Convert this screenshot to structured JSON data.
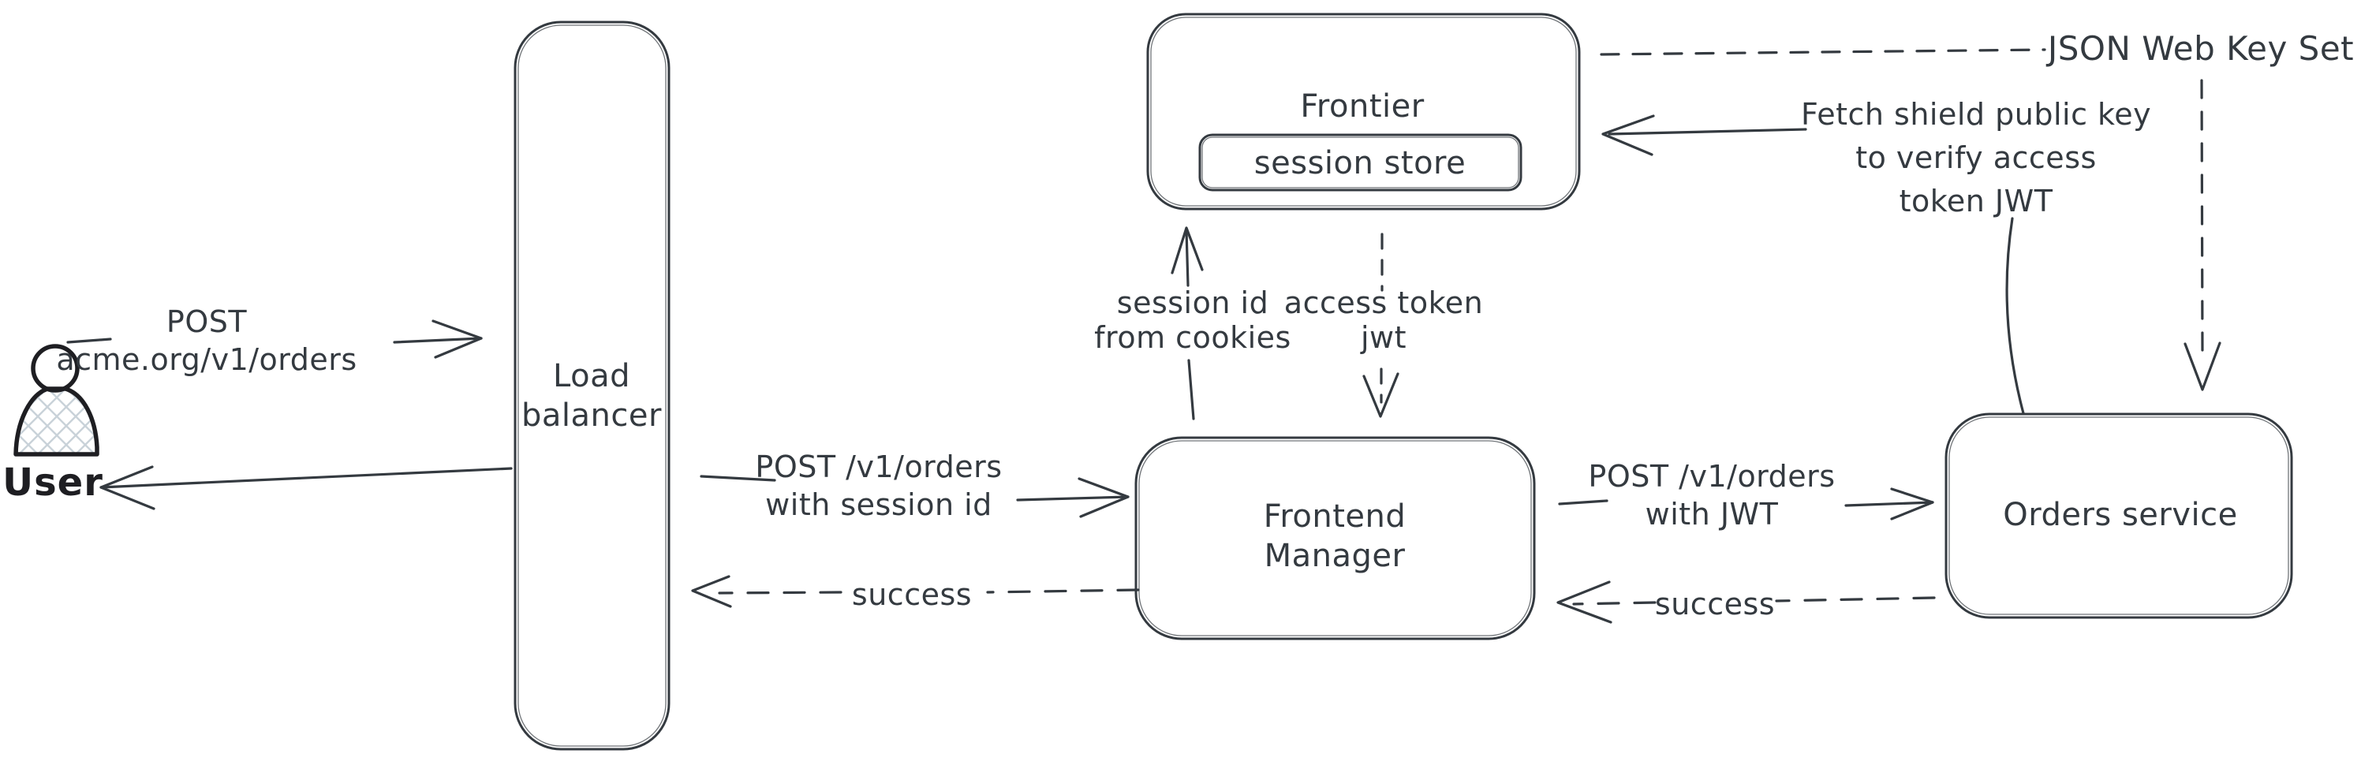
{
  "colors": {
    "stroke": "#343a40",
    "user_stroke": "#1e1e22",
    "hatch": "#c9d2d9",
    "background": "#ffffff"
  },
  "nodes": {
    "user": {
      "label": "User"
    },
    "load_balancer": {
      "line1": "Load",
      "line2": "balancer"
    },
    "frontier": {
      "label": "Frontier"
    },
    "session_store": {
      "label": "session store"
    },
    "frontend_manager": {
      "line1": "Frontend",
      "line2": "Manager"
    },
    "orders_service": {
      "label": "Orders service"
    }
  },
  "edges": {
    "user_to_lb": {
      "line1": "POST",
      "line2": "acme.org/v1/orders"
    },
    "lb_to_fm": {
      "line1": "POST /v1/orders",
      "line2": "with session id"
    },
    "fm_to_lb_success": {
      "label": "success"
    },
    "fm_to_frontier": {
      "line1": "session id",
      "line2": "from cookies"
    },
    "frontier_to_fm": {
      "line1": "access token",
      "line2": "jwt"
    },
    "fm_to_orders": {
      "line1": "POST /v1/orders",
      "line2": "with JWT"
    },
    "orders_to_fm_success": {
      "label": "success"
    },
    "frontier_jwks": {
      "label": "JSON Web Key Set"
    },
    "orders_to_frontier": {
      "line1": "Fetch shield public key",
      "line2": "to verify access",
      "line3": "token JWT"
    }
  }
}
